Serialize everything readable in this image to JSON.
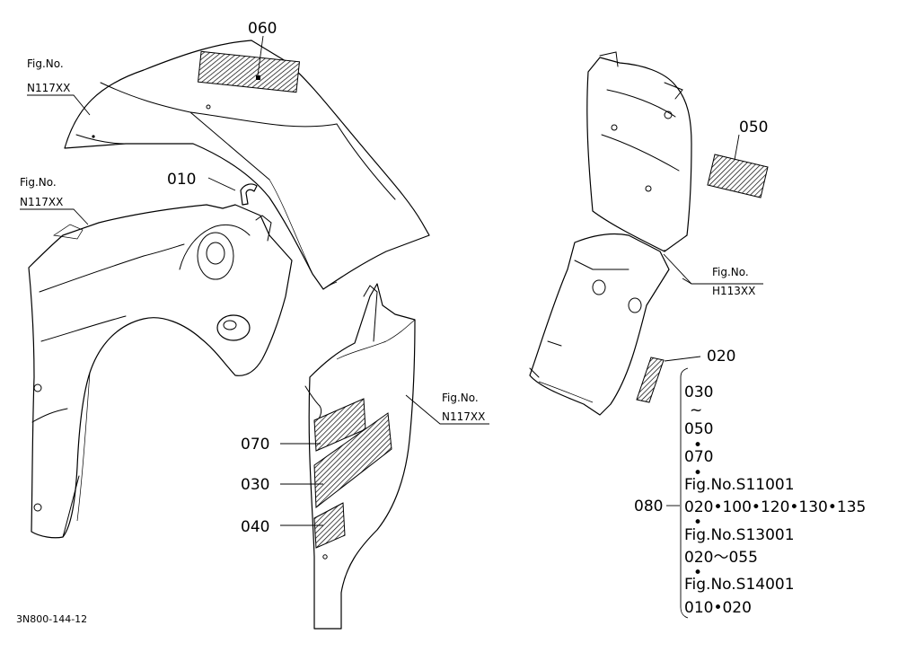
{
  "labels": {
    "p060": "060",
    "p010": "010",
    "p050": "050",
    "p020": "020",
    "p070": "070",
    "p030": "030",
    "p040": "040",
    "p080": "080"
  },
  "fig_refs": {
    "top_left": [
      "Fig.No.",
      "N117XX"
    ],
    "mid_left": [
      "Fig.No.",
      "N117XX"
    ],
    "center": [
      "Fig.No.",
      "N117XX"
    ],
    "right": [
      "Fig.No.",
      "H113XX"
    ]
  },
  "kit_list": [
    "030",
    "~",
    "050",
    "•",
    "070",
    "•",
    "Fig.No.S11001",
    "020•100•120•130•135",
    "•",
    "Fig.No.S13001",
    "020〜055",
    "•",
    "Fig.No.S14001",
    "010•020"
  ],
  "diagram_code": "3N800-144-12"
}
